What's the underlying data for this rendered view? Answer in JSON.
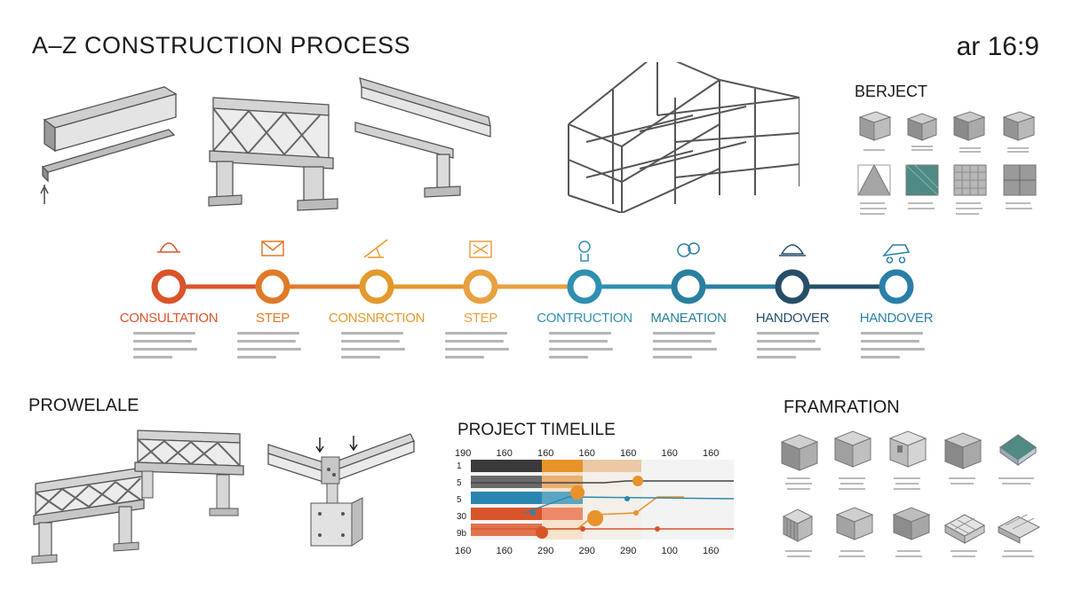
{
  "header": {
    "title": "A–Z CONSTRUCTION PROCESS",
    "ratio": "ar 16:9"
  },
  "sections": {
    "berject": "BERJECT",
    "prowelale": "PROWELALE",
    "project_timeline": "PROJECT TIMELILE",
    "framration": "FRAMRATION"
  },
  "process": {
    "steps": [
      {
        "label": "CONSULTATION",
        "color": "#d9542a",
        "icon": "safety-helmet-icon"
      },
      {
        "label": "STEP",
        "color": "#e07a2a",
        "icon": "envelope-icon"
      },
      {
        "label": "CONSNRCTION",
        "color": "#e29a2c",
        "icon": "crane-icon"
      },
      {
        "label": "STEP",
        "color": "#e9a040",
        "icon": "blueprint-icon"
      },
      {
        "label": "CONTRUCTION",
        "color": "#2f8fb0",
        "icon": "gear-icon"
      },
      {
        "label": "MANEATION",
        "color": "#2b7f9e",
        "icon": "settings-icon"
      },
      {
        "label": "HANDOVER",
        "color": "#274e68",
        "icon": "hardhat-icon"
      },
      {
        "label": "HANDOVER",
        "color": "#2a7fa8",
        "icon": "truck-icon"
      }
    ]
  },
  "timeline_chart": {
    "top_ticks": [
      "190",
      "160",
      "160",
      "160",
      "160",
      "160",
      "160"
    ],
    "bottom_ticks": [
      "160",
      "160",
      "290",
      "290",
      "290",
      "100",
      "160"
    ],
    "rows": [
      "1",
      "5",
      "5",
      "30",
      "9b"
    ],
    "colors": {
      "dark": "#3a3a3a",
      "orange": "#e8922a",
      "blue": "#2a86b0",
      "red": "#d9542a",
      "beige": "#e8b88a"
    }
  }
}
